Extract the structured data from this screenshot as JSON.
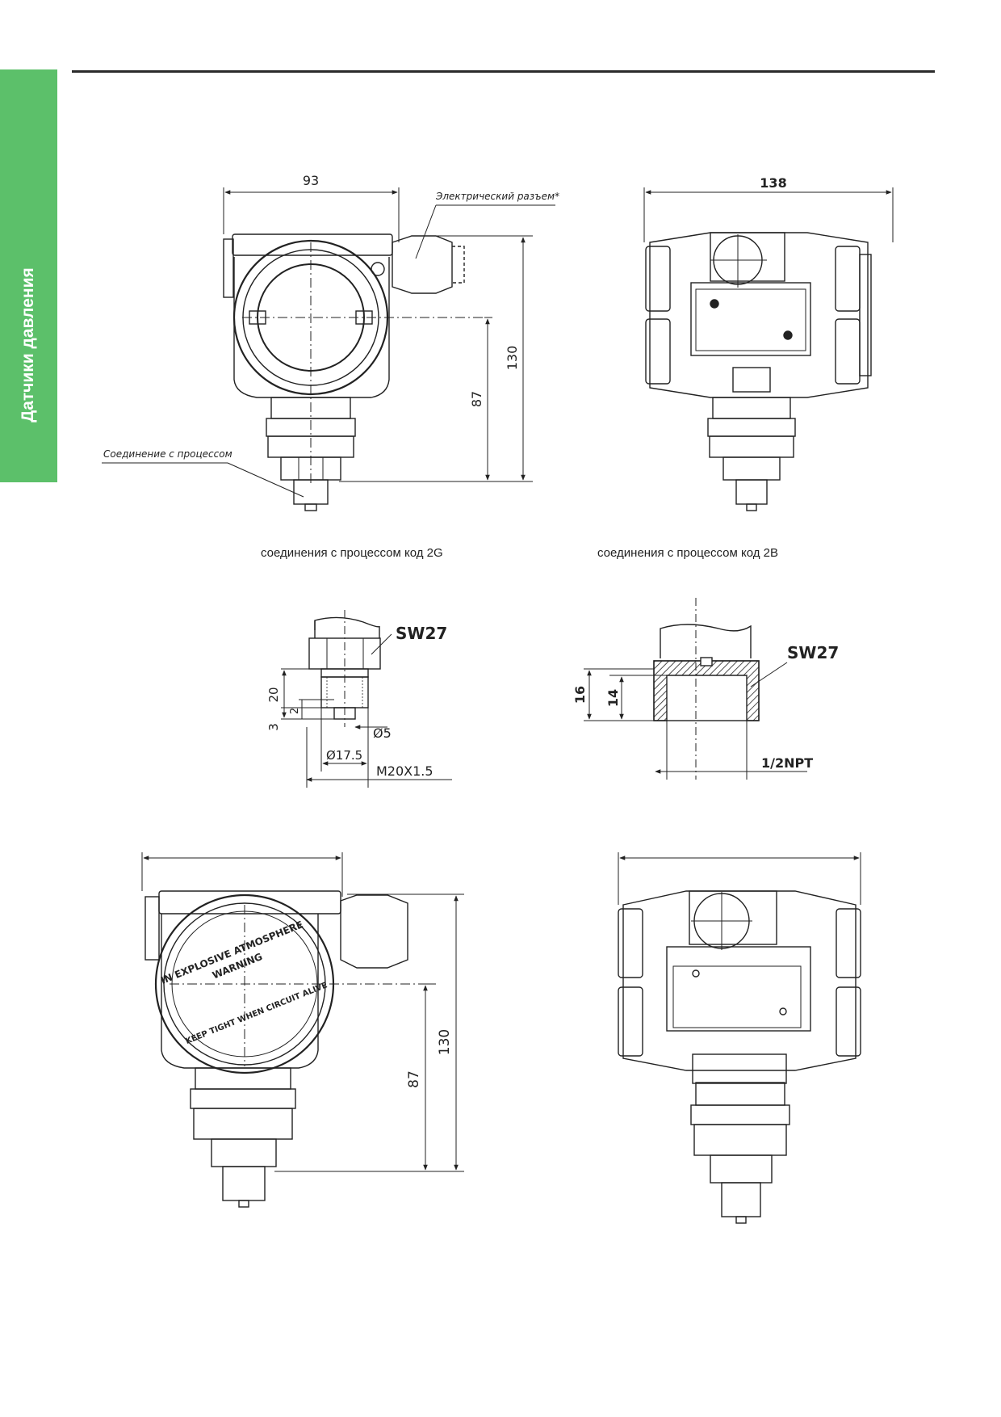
{
  "side_tab": {
    "label": "Датчики давления",
    "color": "#5cc06a"
  },
  "figure1": {
    "dim_width": "93",
    "dim_height_total": "130",
    "dim_height_center": "87",
    "callout_connector": "Электрический разъем*",
    "callout_process": "Соединение с процессом",
    "caption": "соединения с процессом код 2G"
  },
  "figure2": {
    "dim_width": "138",
    "caption": "соединения с процессом код 2B"
  },
  "detail_2g": {
    "sw": "SW27",
    "dim_20": "20",
    "dim_2": "2",
    "dim_3": "3",
    "dia_5": "Ø5",
    "dia_17_5": "Ø17.5",
    "thread": "M20X1.5"
  },
  "detail_2b": {
    "sw": "SW27",
    "dim_16": "16",
    "dim_14": "14",
    "thread": "1/2NPT"
  },
  "figure3": {
    "dim_height_total": "130",
    "dim_height_center": "87",
    "cover_text_line1": "IN EXPLOSIVE ATMOSPHERE",
    "cover_text_line2": "WARNING",
    "cover_text_line3": "KEEP TIGHT WHEN CIRCUIT ALIVE"
  }
}
